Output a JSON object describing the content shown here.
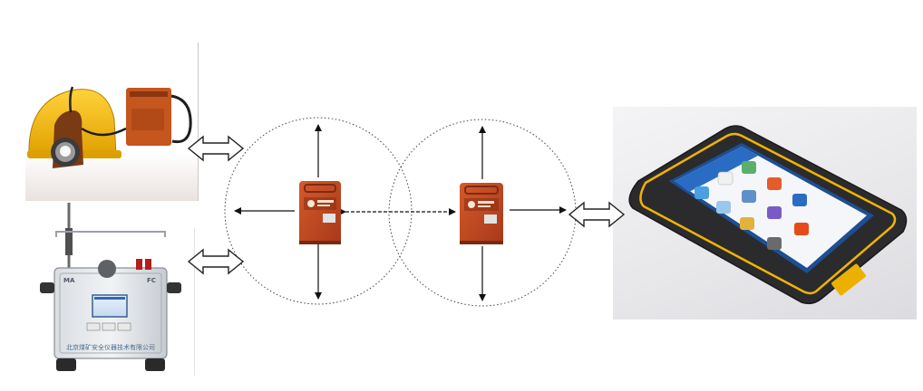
{
  "diagram": {
    "nodes": [
      {
        "id": "cap-lamp-unit",
        "kind": "helmet with cap lamp and battery pack"
      },
      {
        "id": "monitoring-substation",
        "kind": "stainless monitoring substation"
      },
      {
        "id": "relay-node-left",
        "kind": "orange portable relay"
      },
      {
        "id": "relay-node-right",
        "kind": "orange portable relay"
      },
      {
        "id": "handheld-tablet",
        "kind": "rugged tablet"
      }
    ],
    "coverage_circles": 2,
    "colors": {
      "relay_orange": "#c0461f",
      "helmet_yellow": "#f2b716",
      "tablet_accent": "#f0b400",
      "arrow": "#111111"
    }
  },
  "station": {
    "badge_left": "MA",
    "badge_right": "FC",
    "caption": "北京煤矿安全仪器技术有限公司"
  }
}
